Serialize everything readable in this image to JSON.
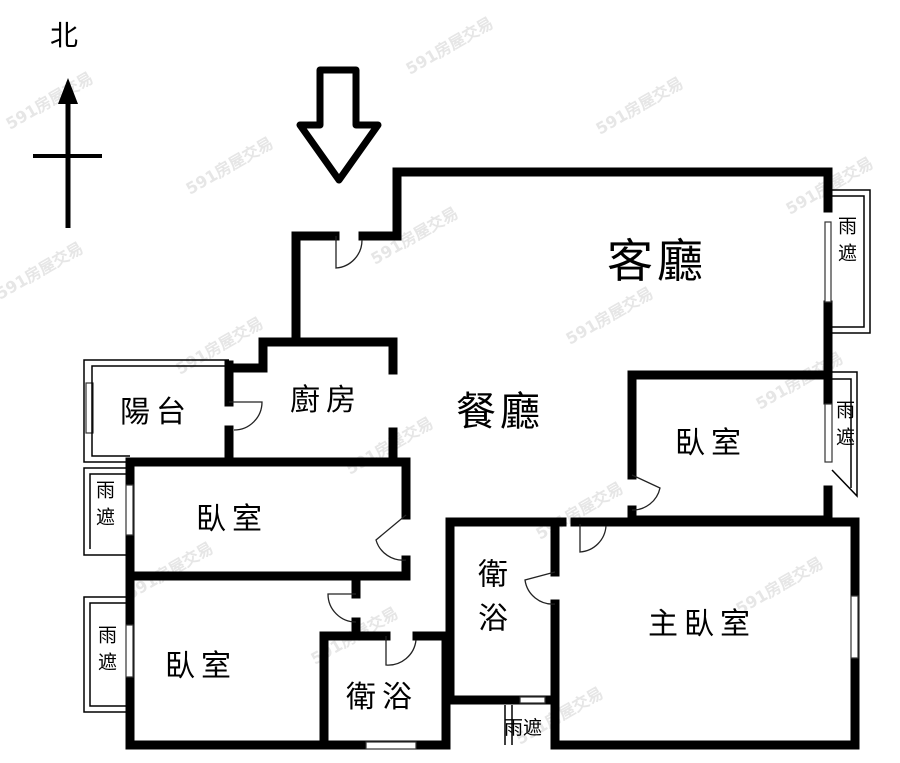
{
  "compass": {
    "north_label": "北"
  },
  "entrance": {
    "icon": "entrance-arrow-icon"
  },
  "watermark": {
    "text": "591房屋交易"
  },
  "rooms": {
    "living_room": "客廳",
    "dining_room": "餐廳",
    "kitchen": "廚房",
    "balcony": "陽台",
    "bedroom_east": "臥室",
    "bedroom_west": "臥室",
    "bedroom_southwest": "臥室",
    "bathroom_center": "衛浴",
    "bathroom_south": "衛浴",
    "master_bedroom": "主臥室"
  },
  "canopies": {
    "east_upper": "雨遮",
    "east_lower": "雨遮",
    "west_upper": "雨遮",
    "west_lower": "雨遮",
    "south": "雨遮"
  },
  "colors": {
    "wall": "#000000",
    "background": "#ffffff",
    "watermark": "#e6e6e6"
  }
}
